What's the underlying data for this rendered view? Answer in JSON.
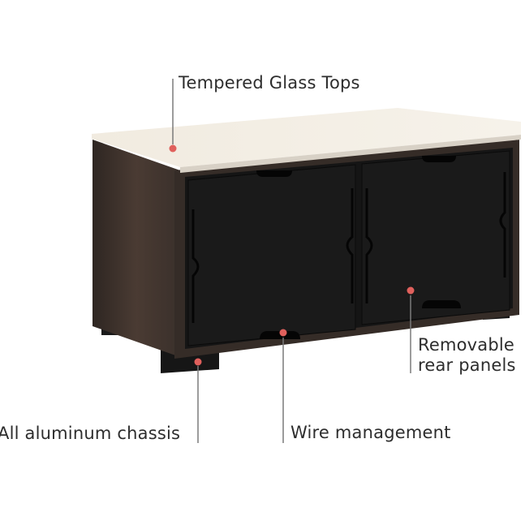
{
  "callouts": {
    "glass": {
      "label": "Tempered Glass Tops"
    },
    "panels": {
      "line1": "Removable",
      "line2": "rear panels"
    },
    "chassis": {
      "label": "All aluminum chassis"
    },
    "wire": {
      "label": "Wire management"
    }
  },
  "colors": {
    "dot": "#e0605c",
    "line": "#7a7a7a",
    "text": "#2d2d2d",
    "glass": "#efe8dc",
    "wood": "#3a302b",
    "panel": "#121212"
  }
}
